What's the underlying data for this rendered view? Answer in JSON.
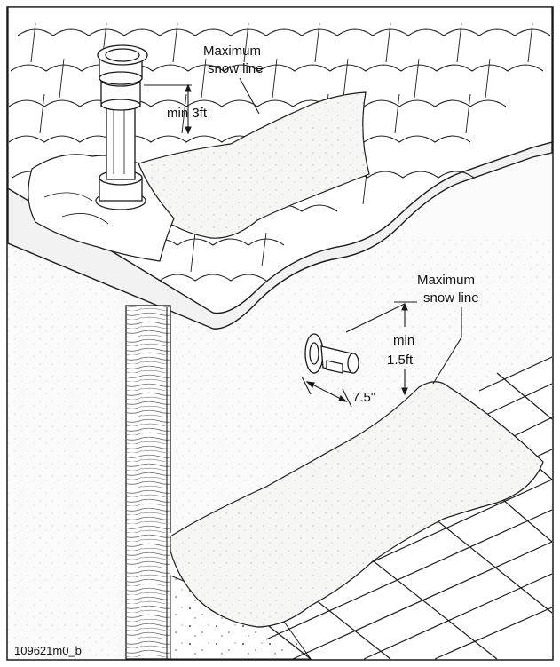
{
  "labels": {
    "roof_snow_line": [
      "Maximum",
      "snow line"
    ],
    "roof_clearance": "min 3ft",
    "wall_snow_line": [
      "Maximum",
      "snow line"
    ],
    "wall_clearance": [
      "min",
      "1.5ft"
    ],
    "wall_projection": "7.5\"",
    "drawing_code": "109621m0_b"
  },
  "colors": {
    "line": "#1a1a1a",
    "snow": "#f4f4f2",
    "wall": "#fafafa",
    "ground": "#ececec"
  },
  "icons": {
    "roof_vent": "vertical-vent-pipe-icon",
    "wall_vent": "horizontal-wall-vent-icon"
  }
}
